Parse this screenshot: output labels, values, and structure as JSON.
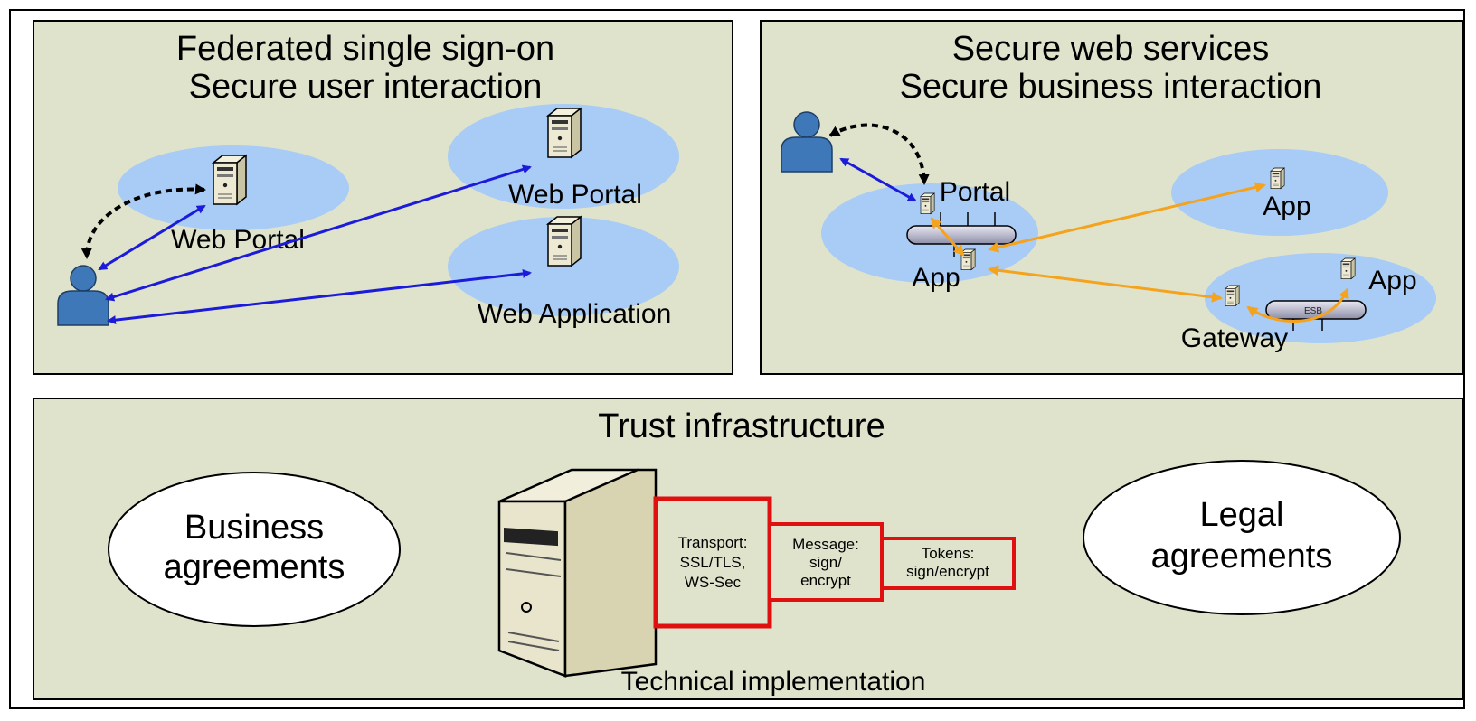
{
  "sso": {
    "title_line1": "Federated single sign-on",
    "title_line2": "Secure user interaction",
    "node_portal_left": "Web Portal",
    "node_portal_right": "Web Portal",
    "node_webapp": "Web Application"
  },
  "sws": {
    "title_line1": "Secure web services",
    "title_line2": "Secure business interaction",
    "node_portal": "Portal",
    "node_app_left": "App",
    "node_app_top": "App",
    "node_app_right": "App",
    "node_gateway": "Gateway",
    "bus_esb": "ESB"
  },
  "trust": {
    "title": "Trust infrastructure",
    "business_line1": "Business",
    "business_line2": "agreements",
    "legal_line1": "Legal",
    "legal_line2": "agreements",
    "technical": "Technical implementation",
    "transport_line1": "Transport:",
    "transport_line2": "SSL/TLS,",
    "transport_line3": "WS-Sec",
    "message_line1": "Message:",
    "message_line2": "sign/",
    "message_line3": "encrypt",
    "tokens_line1": "Tokens:",
    "tokens_line2": "sign/encrypt"
  },
  "colors": {
    "panel_bg": "#dfe3cc",
    "zone_blue": "#a8ccf5",
    "user_arrow": "#1b1bd9",
    "service_arrow": "#f5a21d",
    "security_box": "#e01010",
    "user_icon": "#3f78b8"
  }
}
